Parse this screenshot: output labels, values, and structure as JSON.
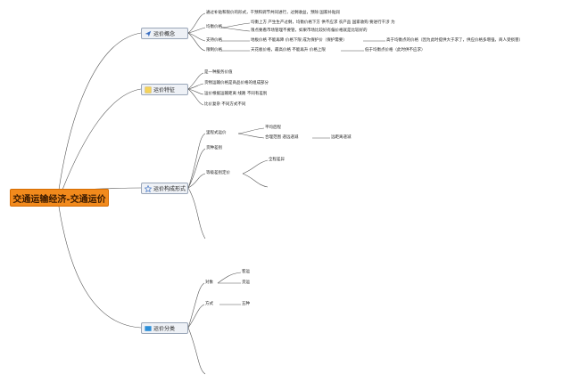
{
  "root": {
    "label": "交通运输经济-交通运价"
  },
  "topics": [
    {
      "label": "运价概念",
      "icon": "paper-plane-icon",
      "items": [
        {
          "text": "通过补贴和限价的形式，干预和调节共同进行，过剩收益，预除 国家补贴润"
        },
        {
          "text": "均衡价格",
          "sub": [
            {
              "text": "均衡上方 产生生产过剩，均衡价格下方 供不应求 农产品 国家收购 要进行干涉 为"
            },
            {
              "text": "限点要看市场管理不要管，如果市场比较好有偏价格就是比较好的"
            }
          ]
        },
        {
          "text": "支持价格",
          "sub": [
            {
              "text": "地板价格 不能再降 价格下限 成为保护价（保护需要）"
            },
            {
              "text": "高于均衡点的价格（因为此时提供大于求了，供应价格多增强，商人受损害）"
            }
          ]
        },
        {
          "text": "限制价格",
          "sub": [
            {
              "text": "天花板价格，最高价格 不能再升 价格上限"
            },
            {
              "text": "低于均衡点价格（此时供不应求）"
            }
          ]
        }
      ]
    },
    {
      "label": "运价特征",
      "icon": "pencil-icon",
      "items": [
        {
          "text": "是一种服务价值"
        },
        {
          "text": "货物运输价格是商品价格的组成部分"
        },
        {
          "text": "运价根据运输距离 线路 不同有差别"
        },
        {
          "text": "比价复杂 不同方式不同"
        }
      ]
    },
    {
      "label": "运价构成形式",
      "icon": "star-icon",
      "items": [
        {
          "text": "里程式运价",
          "sub": [
            {
              "text": "平均后程"
            },
            {
              "text": "合理范围 递远递减",
              "sub": [
                {
                  "text": "远距离递减"
                }
              ]
            }
          ]
        },
        {
          "text": "货种差别"
        },
        {
          "text": "等级差别定价",
          "sub": [
            {
              "text": "全程差异"
            }
          ]
        }
      ]
    },
    {
      "label": "运价分类",
      "icon": "folder-icon",
      "items": [
        {
          "text": "对象",
          "sub": [
            {
              "text": "客运"
            },
            {
              "text": "货运"
            }
          ]
        },
        {
          "text": "方式",
          "sub": [
            {
              "text": "五种"
            }
          ]
        }
      ]
    }
  ]
}
